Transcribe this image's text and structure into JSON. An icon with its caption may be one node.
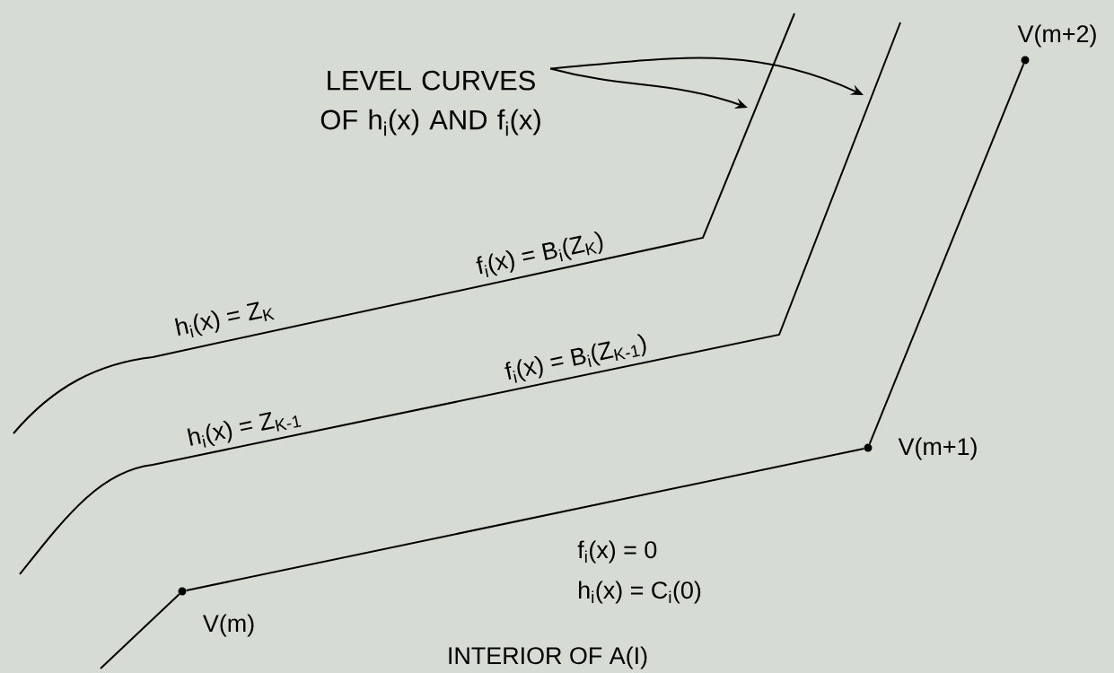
{
  "diagram": {
    "nodes": [
      {
        "text": [
          "LEVEL CURVES OF h$_{i}$(x) AND f$_{i}$(x)"
        ]
      },
      {
        "text": [],
        "shape": "circle",
        "beside": [
          "V(m)"
        ]
      },
      {
        "text": [],
        "shape": "circle",
        "beside": [
          "V(m+1)"
        ]
      },
      {
        "text": [],
        "shape": "circle",
        "beside": [
          "V(m+2)"
        ]
      }
    ],
    "edges": [
      {
        "from": 0,
        "to": null,
        "arrow": "to"
      },
      {
        "from": 0,
        "to": null,
        "arrow": "to"
      },
      {
        "from": null,
        "to": 1,
        "arrow": "none"
      },
      {
        "from": 1,
        "to": 2,
        "arrow": "none"
      },
      {
        "from": 2,
        "to": 3,
        "arrow": "none"
      }
    ],
    "labels": [
      "h$_{i}$(x) = Z$_{K}$",
      "f$_{i}$(x) = B$_{i}$(Z$_{K}$)",
      "h$_{i}$(x) = Z$_{K-1}$",
      "f$_{i}$(x) = B$_{i}$(Z$_{K-1}$)",
      "f$_{i}$(x) = 0",
      "h$_{i}$(x) = C$_{i}$(0)",
      "INTERIOR OF A(I)"
    ]
  }
}
